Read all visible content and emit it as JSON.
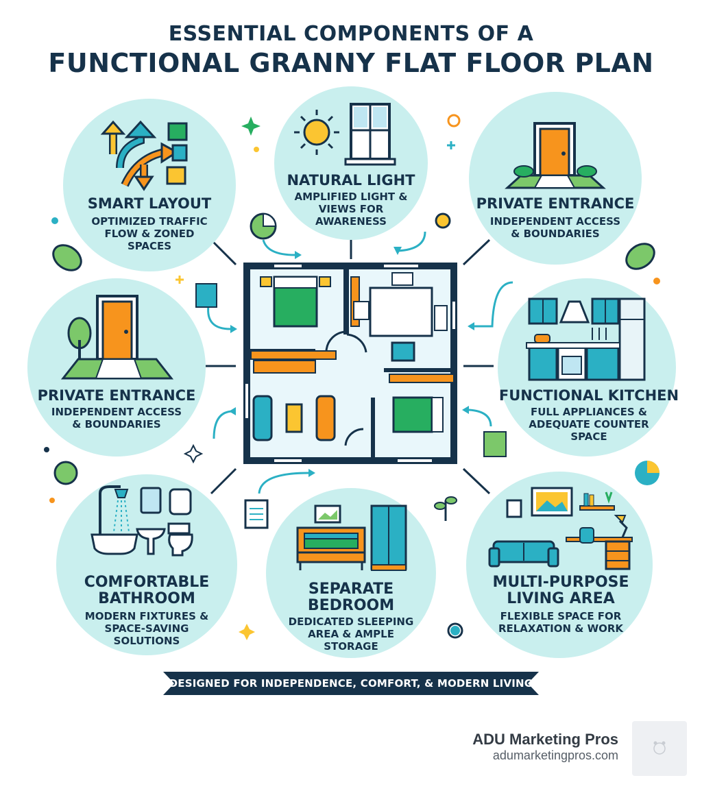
{
  "title": {
    "line1": "ESSENTIAL COMPONENTS OF A",
    "line2": "FUNCTIONAL GRANNY FLAT FLOOR PLAN"
  },
  "components": [
    {
      "id": "smart-layout",
      "title": [
        "SMART LAYOUT"
      ],
      "desc": [
        "OPTIMIZED TRAFFIC",
        "FLOW & ZONED",
        "SPACES"
      ],
      "icon": "arrows-layout-icon"
    },
    {
      "id": "natural-light",
      "title": [
        "NATURAL LIGHT"
      ],
      "desc": [
        "AMPLIFIED LIGHT &",
        "VIEWS FOR",
        "AWARENESS"
      ],
      "icon": "sun-window-icon"
    },
    {
      "id": "private-entrance-top",
      "title": [
        "PRIVATE ENTRANCE"
      ],
      "desc": [
        "INDEPENDENT ACCESS",
        "& BOUNDARIES"
      ],
      "icon": "door-icon"
    },
    {
      "id": "private-entrance-left",
      "title": [
        "PRIVATE ENTRANCE"
      ],
      "desc": [
        "INDEPENDENT ACCESS",
        "& BOUNDARIES"
      ],
      "icon": "door-tree-icon"
    },
    {
      "id": "functional-kitchen",
      "title": [
        "FUNCTIONAL KITCHEN"
      ],
      "desc": [
        "FULL APPLIANCES &",
        "ADEQUATE COUNTER",
        "SPACE"
      ],
      "icon": "kitchen-icon"
    },
    {
      "id": "comfortable-bathroom",
      "title": [
        "COMFORTABLE",
        "BATHROOM"
      ],
      "desc": [
        "MODERN FIXTURES &",
        "SPACE-SAVING",
        "SOLUTIONS"
      ],
      "icon": "bathroom-icon"
    },
    {
      "id": "separate-bedroom",
      "title": [
        "SEPARATE",
        "BEDROOM"
      ],
      "desc": [
        "DEDICATED SLEEPING",
        "AREA & AMPLE",
        "STORAGE"
      ],
      "icon": "bed-wardrobe-icon"
    },
    {
      "id": "multi-purpose-living",
      "title": [
        "MULTI-PURPOSE",
        "LIVING AREA"
      ],
      "desc": [
        "FLEXIBLE SPACE FOR",
        "RELAXATION & WORK"
      ],
      "icon": "sofa-desk-icon"
    }
  ],
  "banner": "DESIGNED FOR INDEPENDENCE, COMFORT, & MODERN LIVING",
  "brand": {
    "name": "ADU Marketing Pros",
    "url": "adumarketingpros.com"
  },
  "colors": {
    "navy": "#16324a",
    "circle": "#c9efee",
    "teal": "#2bb0c4",
    "orange": "#f7941d",
    "yellow": "#fbc531",
    "green": "#27ae60",
    "light_green": "#7cc86a"
  }
}
